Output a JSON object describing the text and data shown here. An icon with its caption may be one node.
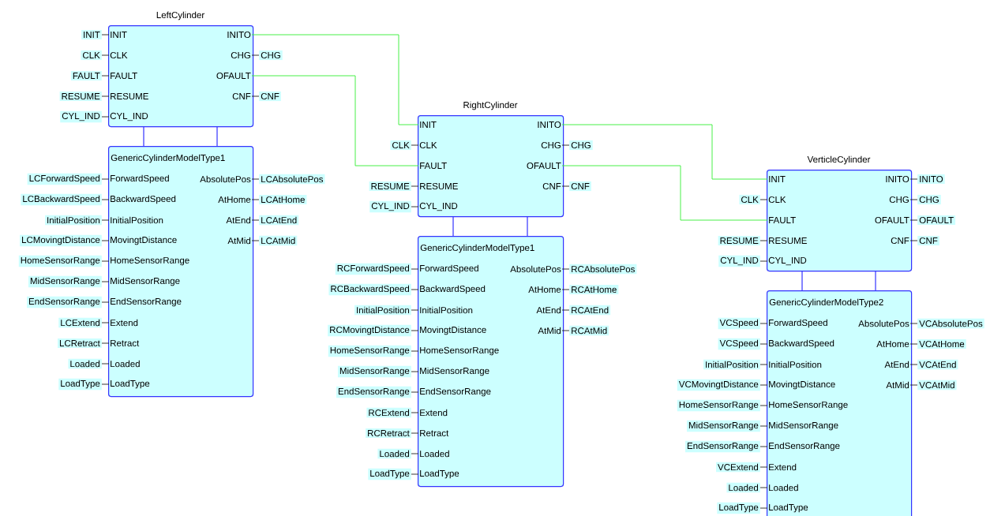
{
  "diagram": {
    "nodes": [
      {
        "text": [
          "LeftCylinder"
        ]
      },
      {
        "text": [
          "INIT"
        ],
        "in": 0
      },
      {
        "text": [
          "CLK"
        ],
        "in": 0
      },
      {
        "text": [
          "FAULT"
        ],
        "in": 0
      },
      {
        "text": [
          "RESUME"
        ],
        "in": 0
      },
      {
        "text": [
          "CYL_IND"
        ],
        "in": 0
      },
      {
        "text": [
          "INITO"
        ],
        "in": 0
      },
      {
        "text": [
          "CHG"
        ],
        "in": 0
      },
      {
        "text": [
          "OFAULT"
        ],
        "in": 0
      },
      {
        "text": [
          "CNF"
        ],
        "in": 0
      },
      {
        "text": [
          "GenericCylinderModelType1"
        ]
      },
      {
        "text": [
          "ForwardSpeed"
        ],
        "in": 10
      },
      {
        "text": [
          "BackwardSpeed"
        ],
        "in": 10
      },
      {
        "text": [
          "InitialPosition"
        ],
        "in": 10
      },
      {
        "text": [
          "MovingtDistance"
        ],
        "in": 10
      },
      {
        "text": [
          "HomeSensorRange"
        ],
        "in": 10
      },
      {
        "text": [
          "MidSensorRange"
        ],
        "in": 10
      },
      {
        "text": [
          "EndSensorRange"
        ],
        "in": 10
      },
      {
        "text": [
          "Extend"
        ],
        "in": 10
      },
      {
        "text": [
          "Retract"
        ],
        "in": 10
      },
      {
        "text": [
          "Loaded"
        ],
        "in": 10
      },
      {
        "text": [
          "LoadType"
        ],
        "in": 10
      },
      {
        "text": [
          "AbsolutePos"
        ],
        "in": 10
      },
      {
        "text": [
          "AtHome"
        ],
        "in": 10
      },
      {
        "text": [
          "AtEnd"
        ],
        "in": 10
      },
      {
        "text": [
          "AtMid"
        ],
        "in": 10
      },
      {
        "text": [
          "INIT"
        ]
      },
      {
        "text": [
          "CLK"
        ]
      },
      {
        "text": [
          "FAULT"
        ]
      },
      {
        "text": [
          "RESUME"
        ]
      },
      {
        "text": [
          "CYL_IND"
        ]
      },
      {
        "text": [
          "CHG"
        ]
      },
      {
        "text": [
          "CNF"
        ]
      },
      {
        "text": [
          "LCForwardSpeed"
        ]
      },
      {
        "text": [
          "LCBackwardSpeed"
        ]
      },
      {
        "text": [
          "InitialPosition"
        ]
      },
      {
        "text": [
          "LCMovingtDistance"
        ]
      },
      {
        "text": [
          "HomeSensorRange"
        ]
      },
      {
        "text": [
          "MidSensorRange"
        ]
      },
      {
        "text": [
          "EndSensorRange"
        ]
      },
      {
        "text": [
          "LCExtend"
        ]
      },
      {
        "text": [
          "LCRetract"
        ]
      },
      {
        "text": [
          "Loaded"
        ]
      },
      {
        "text": [
          "LoadType"
        ]
      },
      {
        "text": [
          "LCAbsolutePos"
        ]
      },
      {
        "text": [
          "LCAtHome"
        ]
      },
      {
        "text": [
          "LCAtEnd"
        ]
      },
      {
        "text": [
          "LCAtMid"
        ]
      },
      {
        "text": [
          "RightCylinder"
        ]
      },
      {
        "text": [
          "INIT"
        ],
        "in": 48
      },
      {
        "text": [
          "CLK"
        ],
        "in": 48
      },
      {
        "text": [
          "FAULT"
        ],
        "in": 48
      },
      {
        "text": [
          "RESUME"
        ],
        "in": 48
      },
      {
        "text": [
          "CYL_IND"
        ],
        "in": 48
      },
      {
        "text": [
          "INITO"
        ],
        "in": 48
      },
      {
        "text": [
          "CHG"
        ],
        "in": 48
      },
      {
        "text": [
          "OFAULT"
        ],
        "in": 48
      },
      {
        "text": [
          "CNF"
        ],
        "in": 48
      },
      {
        "text": [
          "GenericCylinderModelType1"
        ]
      },
      {
        "text": [
          "ForwardSpeed"
        ],
        "in": 58
      },
      {
        "text": [
          "BackwardSpeed"
        ],
        "in": 58
      },
      {
        "text": [
          "InitialPosition"
        ],
        "in": 58
      },
      {
        "text": [
          "MovingtDistance"
        ],
        "in": 58
      },
      {
        "text": [
          "HomeSensorRange"
        ],
        "in": 58
      },
      {
        "text": [
          "MidSensorRange"
        ],
        "in": 58
      },
      {
        "text": [
          "EndSensorRange"
        ],
        "in": 58
      },
      {
        "text": [
          "Extend"
        ],
        "in": 58
      },
      {
        "text": [
          "Retract"
        ],
        "in": 58
      },
      {
        "text": [
          "Loaded"
        ],
        "in": 58
      },
      {
        "text": [
          "LoadType"
        ],
        "in": 58
      },
      {
        "text": [
          "AbsolutePos"
        ],
        "in": 58
      },
      {
        "text": [
          "AtHome"
        ],
        "in": 58
      },
      {
        "text": [
          "AtEnd"
        ],
        "in": 58
      },
      {
        "text": [
          "AtMid"
        ],
        "in": 58
      },
      {
        "text": [
          "CLK"
        ]
      },
      {
        "text": [
          "RESUME"
        ]
      },
      {
        "text": [
          "CYL_IND"
        ]
      },
      {
        "text": [
          "CHG"
        ]
      },
      {
        "text": [
          "CNF"
        ]
      },
      {
        "text": [
          "RCForwardSpeed"
        ]
      },
      {
        "text": [
          "RCBackwardSpeed"
        ]
      },
      {
        "text": [
          "InitialPosition"
        ]
      },
      {
        "text": [
          "RCMovingtDistance"
        ]
      },
      {
        "text": [
          "HomeSensorRange"
        ]
      },
      {
        "text": [
          "MidSensorRange"
        ]
      },
      {
        "text": [
          "EndSensorRange"
        ]
      },
      {
        "text": [
          "RCExtend"
        ]
      },
      {
        "text": [
          "RCRetract"
        ]
      },
      {
        "text": [
          "Loaded"
        ]
      },
      {
        "text": [
          "LoadType"
        ]
      },
      {
        "text": [
          "RCAbsolutePos"
        ]
      },
      {
        "text": [
          "RCAtHome"
        ]
      },
      {
        "text": [
          "RCAtEnd"
        ]
      },
      {
        "text": [
          "RCAtMid"
        ]
      },
      {
        "text": [
          "VerticleCylinder"
        ]
      },
      {
        "text": [
          "INIT"
        ],
        "in": 94
      },
      {
        "text": [
          "CLK"
        ],
        "in": 94
      },
      {
        "text": [
          "FAULT"
        ],
        "in": 94
      },
      {
        "text": [
          "RESUME"
        ],
        "in": 94
      },
      {
        "text": [
          "CYL_IND"
        ],
        "in": 94
      },
      {
        "text": [
          "INITO"
        ],
        "in": 94
      },
      {
        "text": [
          "CHG"
        ],
        "in": 94
      },
      {
        "text": [
          "OFAULT"
        ],
        "in": 94
      },
      {
        "text": [
          "CNF"
        ],
        "in": 94
      },
      {
        "text": [
          "GenericCylinderModelType2"
        ]
      },
      {
        "text": [
          "ForwardSpeed"
        ],
        "in": 104
      },
      {
        "text": [
          "BackwardSpeed"
        ],
        "in": 104
      },
      {
        "text": [
          "InitialPosition"
        ],
        "in": 104
      },
      {
        "text": [
          "MovingtDistance"
        ],
        "in": 104
      },
      {
        "text": [
          "HomeSensorRange"
        ],
        "in": 104
      },
      {
        "text": [
          "MidSensorRange"
        ],
        "in": 104
      },
      {
        "text": [
          "EndSensorRange"
        ],
        "in": 104
      },
      {
        "text": [
          "Extend"
        ],
        "in": 104
      },
      {
        "text": [
          "Loaded"
        ],
        "in": 104
      },
      {
        "text": [
          "LoadType"
        ],
        "in": 104
      },
      {
        "text": [
          "AbsolutePos"
        ],
        "in": 104
      },
      {
        "text": [
          "AtHome"
        ],
        "in": 104
      },
      {
        "text": [
          "AtEnd"
        ],
        "in": 104
      },
      {
        "text": [
          "AtMid"
        ],
        "in": 104
      },
      {
        "text": [
          "CLK"
        ]
      },
      {
        "text": [
          "RESUME"
        ]
      },
      {
        "text": [
          "CYL_IND"
        ]
      },
      {
        "text": [
          "INITO"
        ]
      },
      {
        "text": [
          "CHG"
        ]
      },
      {
        "text": [
          "OFAULT"
        ]
      },
      {
        "text": [
          "CNF"
        ]
      },
      {
        "text": [
          "VCSpeed"
        ]
      },
      {
        "text": [
          "VCSpeed"
        ]
      },
      {
        "text": [
          "InitialPosition"
        ]
      },
      {
        "text": [
          "VCMovingtDistance"
        ]
      },
      {
        "text": [
          "HomeSensorRange"
        ]
      },
      {
        "text": [
          "MidSensorRange"
        ]
      },
      {
        "text": [
          "EndSensorRange"
        ]
      },
      {
        "text": [
          "VCExtend"
        ]
      },
      {
        "text": [
          "Loaded"
        ]
      },
      {
        "text": [
          "LoadType"
        ]
      },
      {
        "text": [
          "VCAbsolutePos"
        ]
      },
      {
        "text": [
          "VCAtHome"
        ]
      },
      {
        "text": [
          "VCAtEnd"
        ]
      },
      {
        "text": [
          "VCAtMid"
        ]
      }
    ],
    "edges": [
      {
        "from": 26,
        "to": 1,
        "arrow": "none"
      },
      {
        "from": 27,
        "to": 2,
        "arrow": "none"
      },
      {
        "from": 28,
        "to": 3,
        "arrow": "none"
      },
      {
        "from": 29,
        "to": 4,
        "arrow": "none"
      },
      {
        "from": 30,
        "to": 5,
        "arrow": "none"
      },
      {
        "from": 7,
        "to": 31,
        "arrow": "none"
      },
      {
        "from": 9,
        "to": 32,
        "arrow": "none"
      },
      {
        "from": 33,
        "to": 11,
        "arrow": "none"
      },
      {
        "from": 34,
        "to": 12,
        "arrow": "none"
      },
      {
        "from": 35,
        "to": 13,
        "arrow": "none"
      },
      {
        "from": 36,
        "to": 14,
        "arrow": "none"
      },
      {
        "from": 37,
        "to": 15,
        "arrow": "none"
      },
      {
        "from": 38,
        "to": 16,
        "arrow": "none"
      },
      {
        "from": 39,
        "to": 17,
        "arrow": "none"
      },
      {
        "from": 40,
        "to": 18,
        "arrow": "none"
      },
      {
        "from": 41,
        "to": 19,
        "arrow": "none"
      },
      {
        "from": 42,
        "to": 20,
        "arrow": "none"
      },
      {
        "from": 43,
        "to": 21,
        "arrow": "none"
      },
      {
        "from": 22,
        "to": 44,
        "arrow": "none"
      },
      {
        "from": 23,
        "to": 45,
        "arrow": "none"
      },
      {
        "from": 24,
        "to": 46,
        "arrow": "none"
      },
      {
        "from": 25,
        "to": 47,
        "arrow": "none"
      },
      {
        "from": 74,
        "to": 50,
        "arrow": "none"
      },
      {
        "from": 75,
        "to": 52,
        "arrow": "none"
      },
      {
        "from": 76,
        "to": 53,
        "arrow": "none"
      },
      {
        "from": 55,
        "to": 77,
        "arrow": "none"
      },
      {
        "from": 57,
        "to": 78,
        "arrow": "none"
      },
      {
        "from": 79,
        "to": 59,
        "arrow": "none"
      },
      {
        "from": 80,
        "to": 60,
        "arrow": "none"
      },
      {
        "from": 81,
        "to": 61,
        "arrow": "none"
      },
      {
        "from": 82,
        "to": 62,
        "arrow": "none"
      },
      {
        "from": 83,
        "to": 63,
        "arrow": "none"
      },
      {
        "from": 84,
        "to": 64,
        "arrow": "none"
      },
      {
        "from": 85,
        "to": 65,
        "arrow": "none"
      },
      {
        "from": 86,
        "to": 66,
        "arrow": "none"
      },
      {
        "from": 87,
        "to": 67,
        "arrow": "none"
      },
      {
        "from": 88,
        "to": 68,
        "arrow": "none"
      },
      {
        "from": 89,
        "to": 69,
        "arrow": "none"
      },
      {
        "from": 70,
        "to": 90,
        "arrow": "none"
      },
      {
        "from": 71,
        "to": 91,
        "arrow": "none"
      },
      {
        "from": 72,
        "to": 92,
        "arrow": "none"
      },
      {
        "from": 73,
        "to": 93,
        "arrow": "none"
      },
      {
        "from": 119,
        "to": 96,
        "arrow": "none"
      },
      {
        "from": 120,
        "to": 98,
        "arrow": "none"
      },
      {
        "from": 121,
        "to": 99,
        "arrow": "none"
      },
      {
        "from": 100,
        "to": 122,
        "arrow": "none"
      },
      {
        "from": 101,
        "to": 123,
        "arrow": "none"
      },
      {
        "from": 102,
        "to": 124,
        "arrow": "none"
      },
      {
        "from": 103,
        "to": 125,
        "arrow": "none"
      },
      {
        "from": 126,
        "to": 105,
        "arrow": "none"
      },
      {
        "from": 127,
        "to": 106,
        "arrow": "none"
      },
      {
        "from": 128,
        "to": 107,
        "arrow": "none"
      },
      {
        "from": 129,
        "to": 108,
        "arrow": "none"
      },
      {
        "from": 130,
        "to": 109,
        "arrow": "none"
      },
      {
        "from": 131,
        "to": 110,
        "arrow": "none"
      },
      {
        "from": 132,
        "to": 111,
        "arrow": "none"
      },
      {
        "from": 133,
        "to": 112,
        "arrow": "none"
      },
      {
        "from": 134,
        "to": 113,
        "arrow": "none"
      },
      {
        "from": 135,
        "to": 114,
        "arrow": "none"
      },
      {
        "from": 115,
        "to": 136,
        "arrow": "none"
      },
      {
        "from": 116,
        "to": 137,
        "arrow": "none"
      },
      {
        "from": 117,
        "to": 138,
        "arrow": "none"
      },
      {
        "from": 118,
        "to": 139,
        "arrow": "none"
      },
      {
        "from": 6,
        "to": 49,
        "arrow": "none",
        "color": "#33ee33"
      },
      {
        "from": 8,
        "to": 51,
        "arrow": "none",
        "color": "#33ee33"
      },
      {
        "from": 54,
        "to": 95,
        "arrow": "none",
        "color": "#33ee33"
      },
      {
        "from": 56,
        "to": 97,
        "arrow": "none",
        "color": "#33ee33"
      }
    ]
  }
}
